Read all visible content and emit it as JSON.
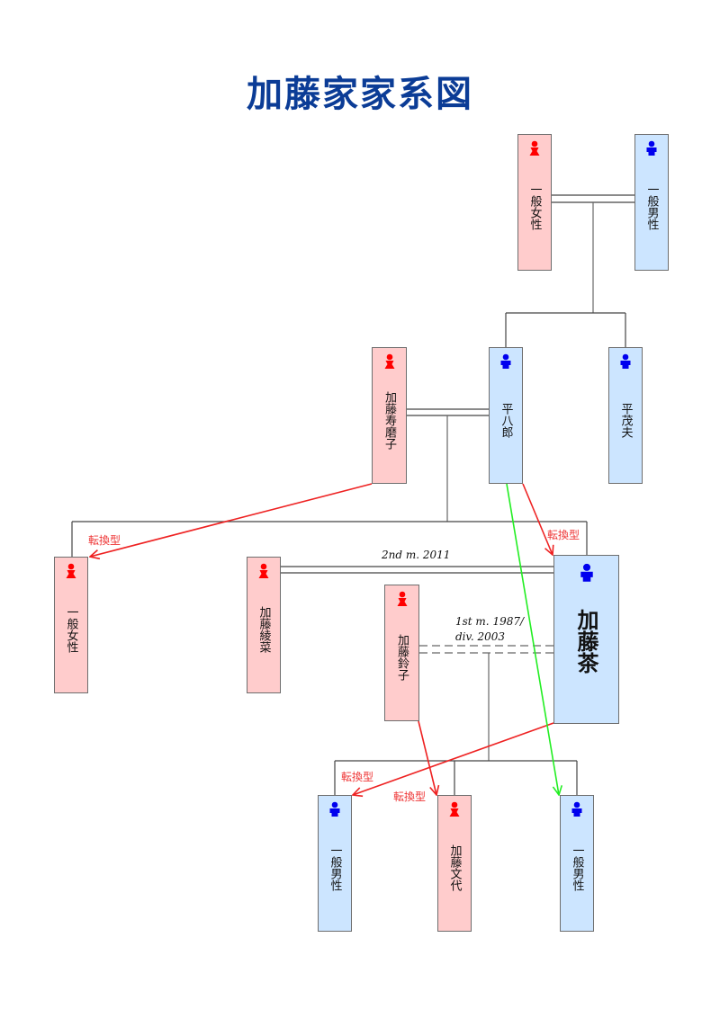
{
  "title": "加藤家家系図",
  "colors": {
    "title": "#0b3c96",
    "female_fill": "#ffcccc",
    "male_fill": "#cce5ff",
    "female_icon": "#ff0000",
    "male_icon": "#0000ee",
    "line": "#444444",
    "arrow_red": "#ee2222",
    "arrow_green": "#22ee22"
  },
  "people": {
    "gg_female": {
      "name": "一般女性",
      "sex": "female"
    },
    "gg_male": {
      "name": "一般男性",
      "sex": "male"
    },
    "kato_sumako": {
      "name": "加藤寿磨子",
      "sex": "female"
    },
    "heihachiro": {
      "name": "平八郎",
      "sex": "male"
    },
    "hei_shigeo": {
      "name": "平茂夫",
      "sex": "male"
    },
    "g_female": {
      "name": "一般女性",
      "sex": "female"
    },
    "kato_ayana": {
      "name": "加藤綾菜",
      "sex": "female"
    },
    "kato_suzuko": {
      "name": "加藤鈴子",
      "sex": "female"
    },
    "kato_cha": {
      "name": "加藤茶",
      "sex": "male"
    },
    "c_male1": {
      "name": "一般男性",
      "sex": "male"
    },
    "kato_fumiyo": {
      "name": "加藤文代",
      "sex": "female"
    },
    "c_male2": {
      "name": "一般男性",
      "sex": "male"
    }
  },
  "marriages": {
    "second": "2nd m. 2011",
    "first_line1": "1st m. 1987/",
    "first_line2": "div. 2003"
  },
  "arrow_labels": {
    "a1": "転換型",
    "a2": "転換型",
    "a3": "転換型",
    "a4": "転換型"
  }
}
